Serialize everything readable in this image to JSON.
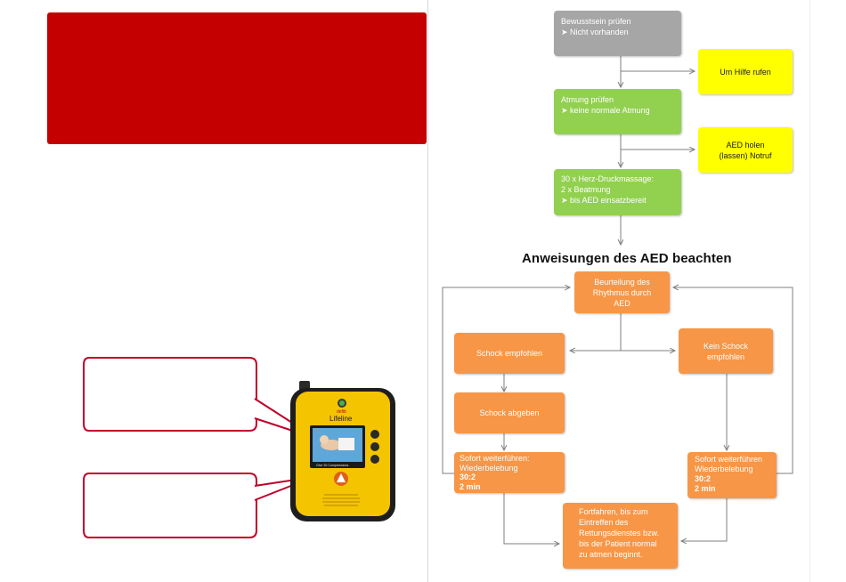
{
  "flow": {
    "check_consciousness": {
      "line1": "Bewusstsein prüfen",
      "line2": "➤ Nicht vorhanden"
    },
    "call_help": "Um Hilfe rufen",
    "check_breathing": {
      "line1": "Atmung prüfen",
      "line2": "➤ keine normale Atmung"
    },
    "get_aed": {
      "line1": "AED holen",
      "line2": "(lassen) Notruf"
    },
    "cpr": {
      "line1": "30 x Herz-Druckmassage:",
      "line2": "2 x Beatmung",
      "line3": "➤ bis AED einsatzbereit"
    },
    "heading": "Anweisungen des AED beachten",
    "rhythm": {
      "line1": "Beurteilung des",
      "line2": "Rhythmus durch",
      "line3": "AED"
    },
    "shock_advised": "Schock empfohlen",
    "no_shock": {
      "line1": "Kein Schock",
      "line2": "empfohlen"
    },
    "deliver_shock": "Schock abgeben",
    "continue_left": {
      "line1": "Sofort weiterführen:",
      "line2": "Wiederbelebung",
      "line3": "30:2",
      "line4": "2 min"
    },
    "continue_right": {
      "line1": "Sofort weiterführen",
      "line2": "Wiederbelebung",
      "line3": "30:2",
      "line4": "2 min"
    },
    "final": {
      "line1": "Fortfahren, bis zum",
      "line2": "Eintreffen des",
      "line3": "Rettungsdienstes bzw.",
      "line4": "bis der Patient normal",
      "line5": "zu atmen beginnt."
    }
  },
  "device": {
    "brand": "defib",
    "model": "Lifeline",
    "screen_caption": "Give 30 Compressions"
  },
  "colors": {
    "banner": "#c40000",
    "grey": "#a6a6a6",
    "green": "#92d050",
    "yellow": "#ffff00",
    "orange": "#f79646",
    "callout_border": "#c0002a",
    "device_body": "#f5c400"
  }
}
